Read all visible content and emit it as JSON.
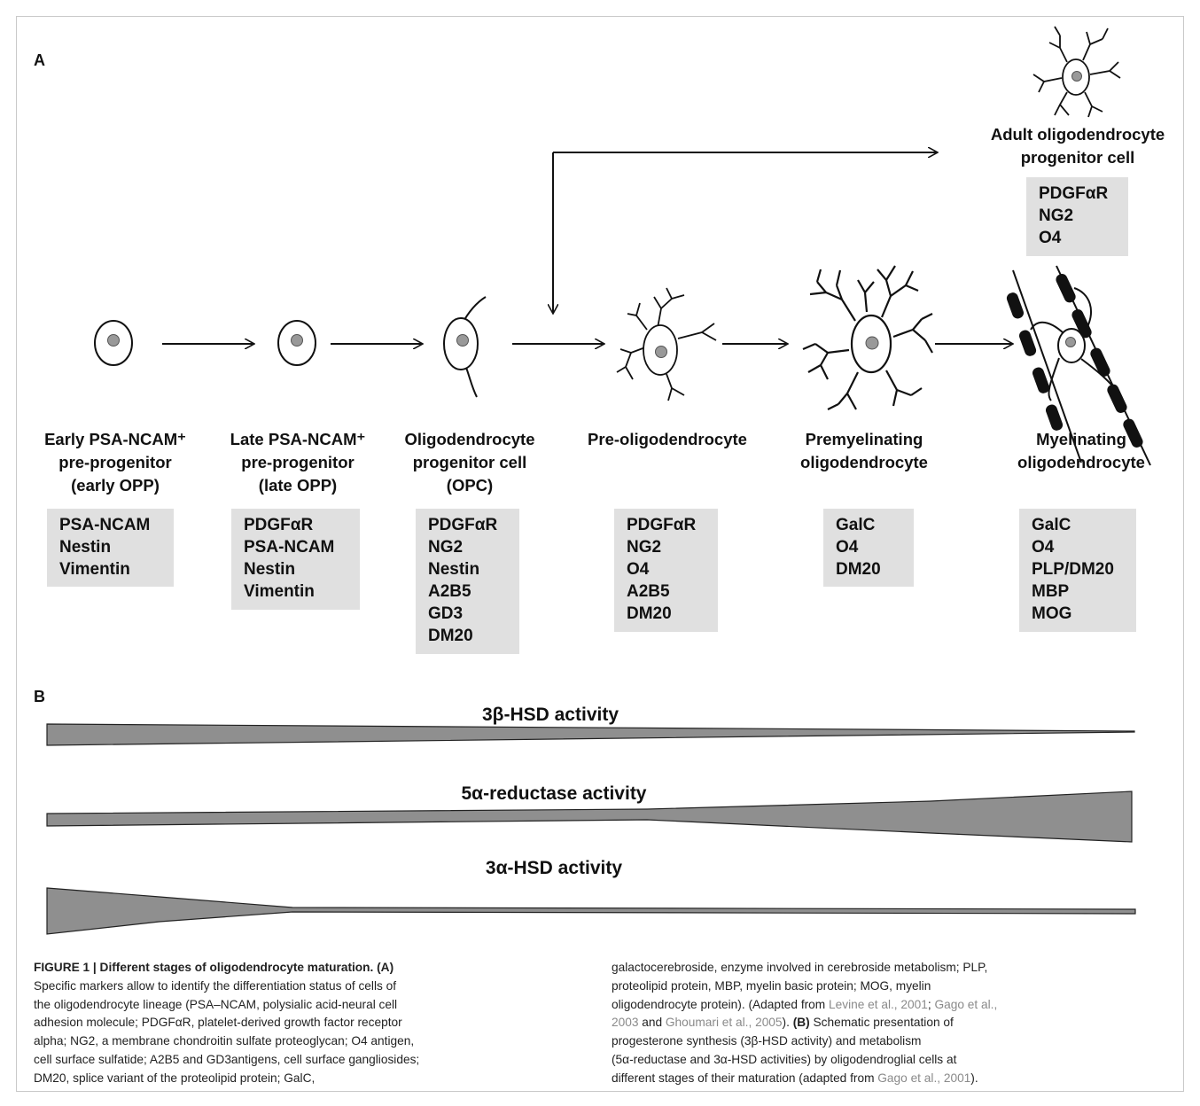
{
  "panel_a_label": "A",
  "panel_b_label": "B",
  "stages": [
    {
      "title": [
        "Early PSA-NCAM⁺",
        "pre-progenitor",
        "(early OPP)"
      ],
      "markers": [
        "PSA-NCAM",
        "Nestin",
        "Vimentin"
      ]
    },
    {
      "title": [
        "Late PSA-NCAM⁺",
        "pre-progenitor",
        "(late OPP)"
      ],
      "markers": [
        "PDGFαR",
        "PSA-NCAM",
        "Nestin",
        "Vimentin"
      ]
    },
    {
      "title": [
        "Oligodendrocyte",
        "progenitor cell",
        "(OPC)"
      ],
      "markers": [
        "PDGFαR",
        "NG2",
        "Nestin",
        "A2B5",
        "GD3",
        "DM20"
      ]
    },
    {
      "title": [
        "Pre-oligodendrocyte"
      ],
      "markers": [
        "PDGFαR",
        "NG2",
        "O4",
        "A2B5",
        "DM20"
      ]
    },
    {
      "title": [
        "Premyelinating",
        "oligodendrocyte"
      ],
      "markers": [
        "GalC",
        "O4",
        "DM20"
      ]
    },
    {
      "title": [
        "Myelinating",
        "oligodendrocyte"
      ],
      "markers": [
        "GalC",
        "O4",
        "PLP/DM20",
        "MBP",
        "MOG"
      ]
    }
  ],
  "adult": {
    "title": [
      "Adult oligodendrocyte",
      "progenitor cell"
    ],
    "markers": [
      "PDGFαR",
      "NG2",
      "O4"
    ]
  },
  "activities": [
    {
      "label": "3β-HSD activity",
      "trend": "decreasing"
    },
    {
      "label": "5α-reductase activity",
      "trend": "increasing"
    },
    {
      "label": "3α-HSD activity",
      "trend": "decreasing"
    }
  ],
  "caption": {
    "heading": "FIGURE 1 | Different stages of oligodendrocyte maturation. (A)",
    "left_lines": [
      "Specific markers allow to identify the differentiation status of cells of",
      "the oligodendrocyte lineage (PSA–NCAM, polysialic acid-neural cell",
      "adhesion molecule; PDGFαR, platelet-derived growth factor receptor",
      "alpha; NG2, a membrane chondroitin sulfate proteoglycan; O4 antigen,",
      "cell surface sulfatide; A2B5 and GD3antigens, cell surface gangliosides;",
      "DM20, splice variant of the proteolipid protein; GalC,"
    ],
    "right_line1": "galactocerebroside, enzyme involved in cerebroside metabolism; PLP,",
    "right_line2": "proteolipid protein, MBP, myelin basic protein; MOG, myelin",
    "right_line3_a": "oligodendrocyte protein). (Adapted from ",
    "cite_levine": "Levine et al., 2001",
    "right_line3_b": "; ",
    "cite_gago2003a": "Gago et al.,",
    "cite_gago2003b": "2003",
    "right_line4_b": " and ",
    "cite_ghoumari": "Ghoumari et al., 2005",
    "right_line4_c": "). ",
    "panel_b_tag": "(B)",
    "right_line4_d": " Schematic presentation of",
    "right_line5": "progesterone synthesis (3β-HSD activity) and metabolism",
    "right_line6": "(5α-reductase and 3α-HSD activities) by oligodendroglial cells at",
    "right_line7_a": "different stages of their maturation (adapted from ",
    "cite_gago2001": "Gago et al., 2001",
    "right_line7_b": ")."
  }
}
